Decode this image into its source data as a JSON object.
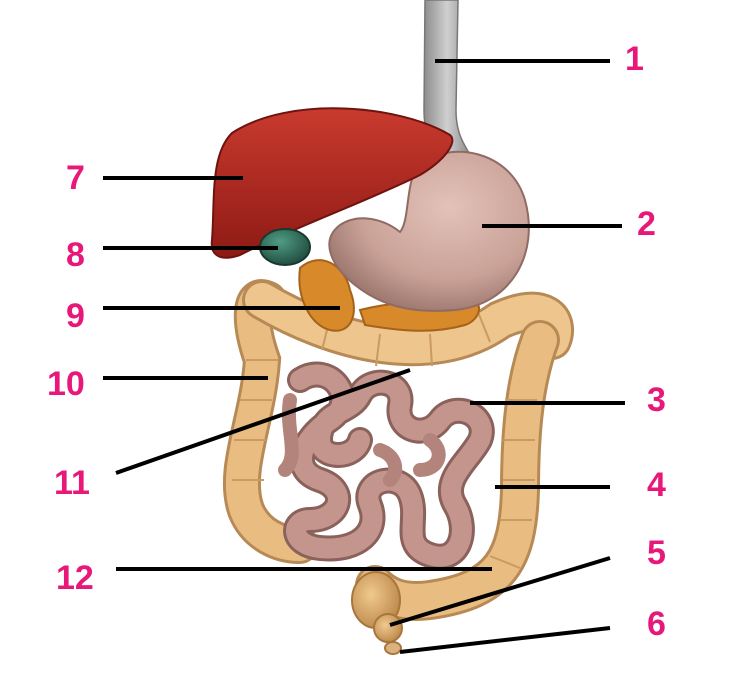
{
  "diagram": {
    "colors": {
      "label": "#e8177a",
      "leader": "#000000",
      "esophagus": "#a9a9a9",
      "stomach": "#c9a197",
      "liver": "#b3231e",
      "gallbladder": "#2e6b58",
      "pancreas": "#d88a2a",
      "colon": "#e9bd82",
      "small_intestine": "#c4958c",
      "rectum": "#d6a46a"
    },
    "labels": [
      "1",
      "2",
      "3",
      "4",
      "5",
      "6",
      "7",
      "8",
      "9",
      "10",
      "11",
      "12"
    ]
  }
}
